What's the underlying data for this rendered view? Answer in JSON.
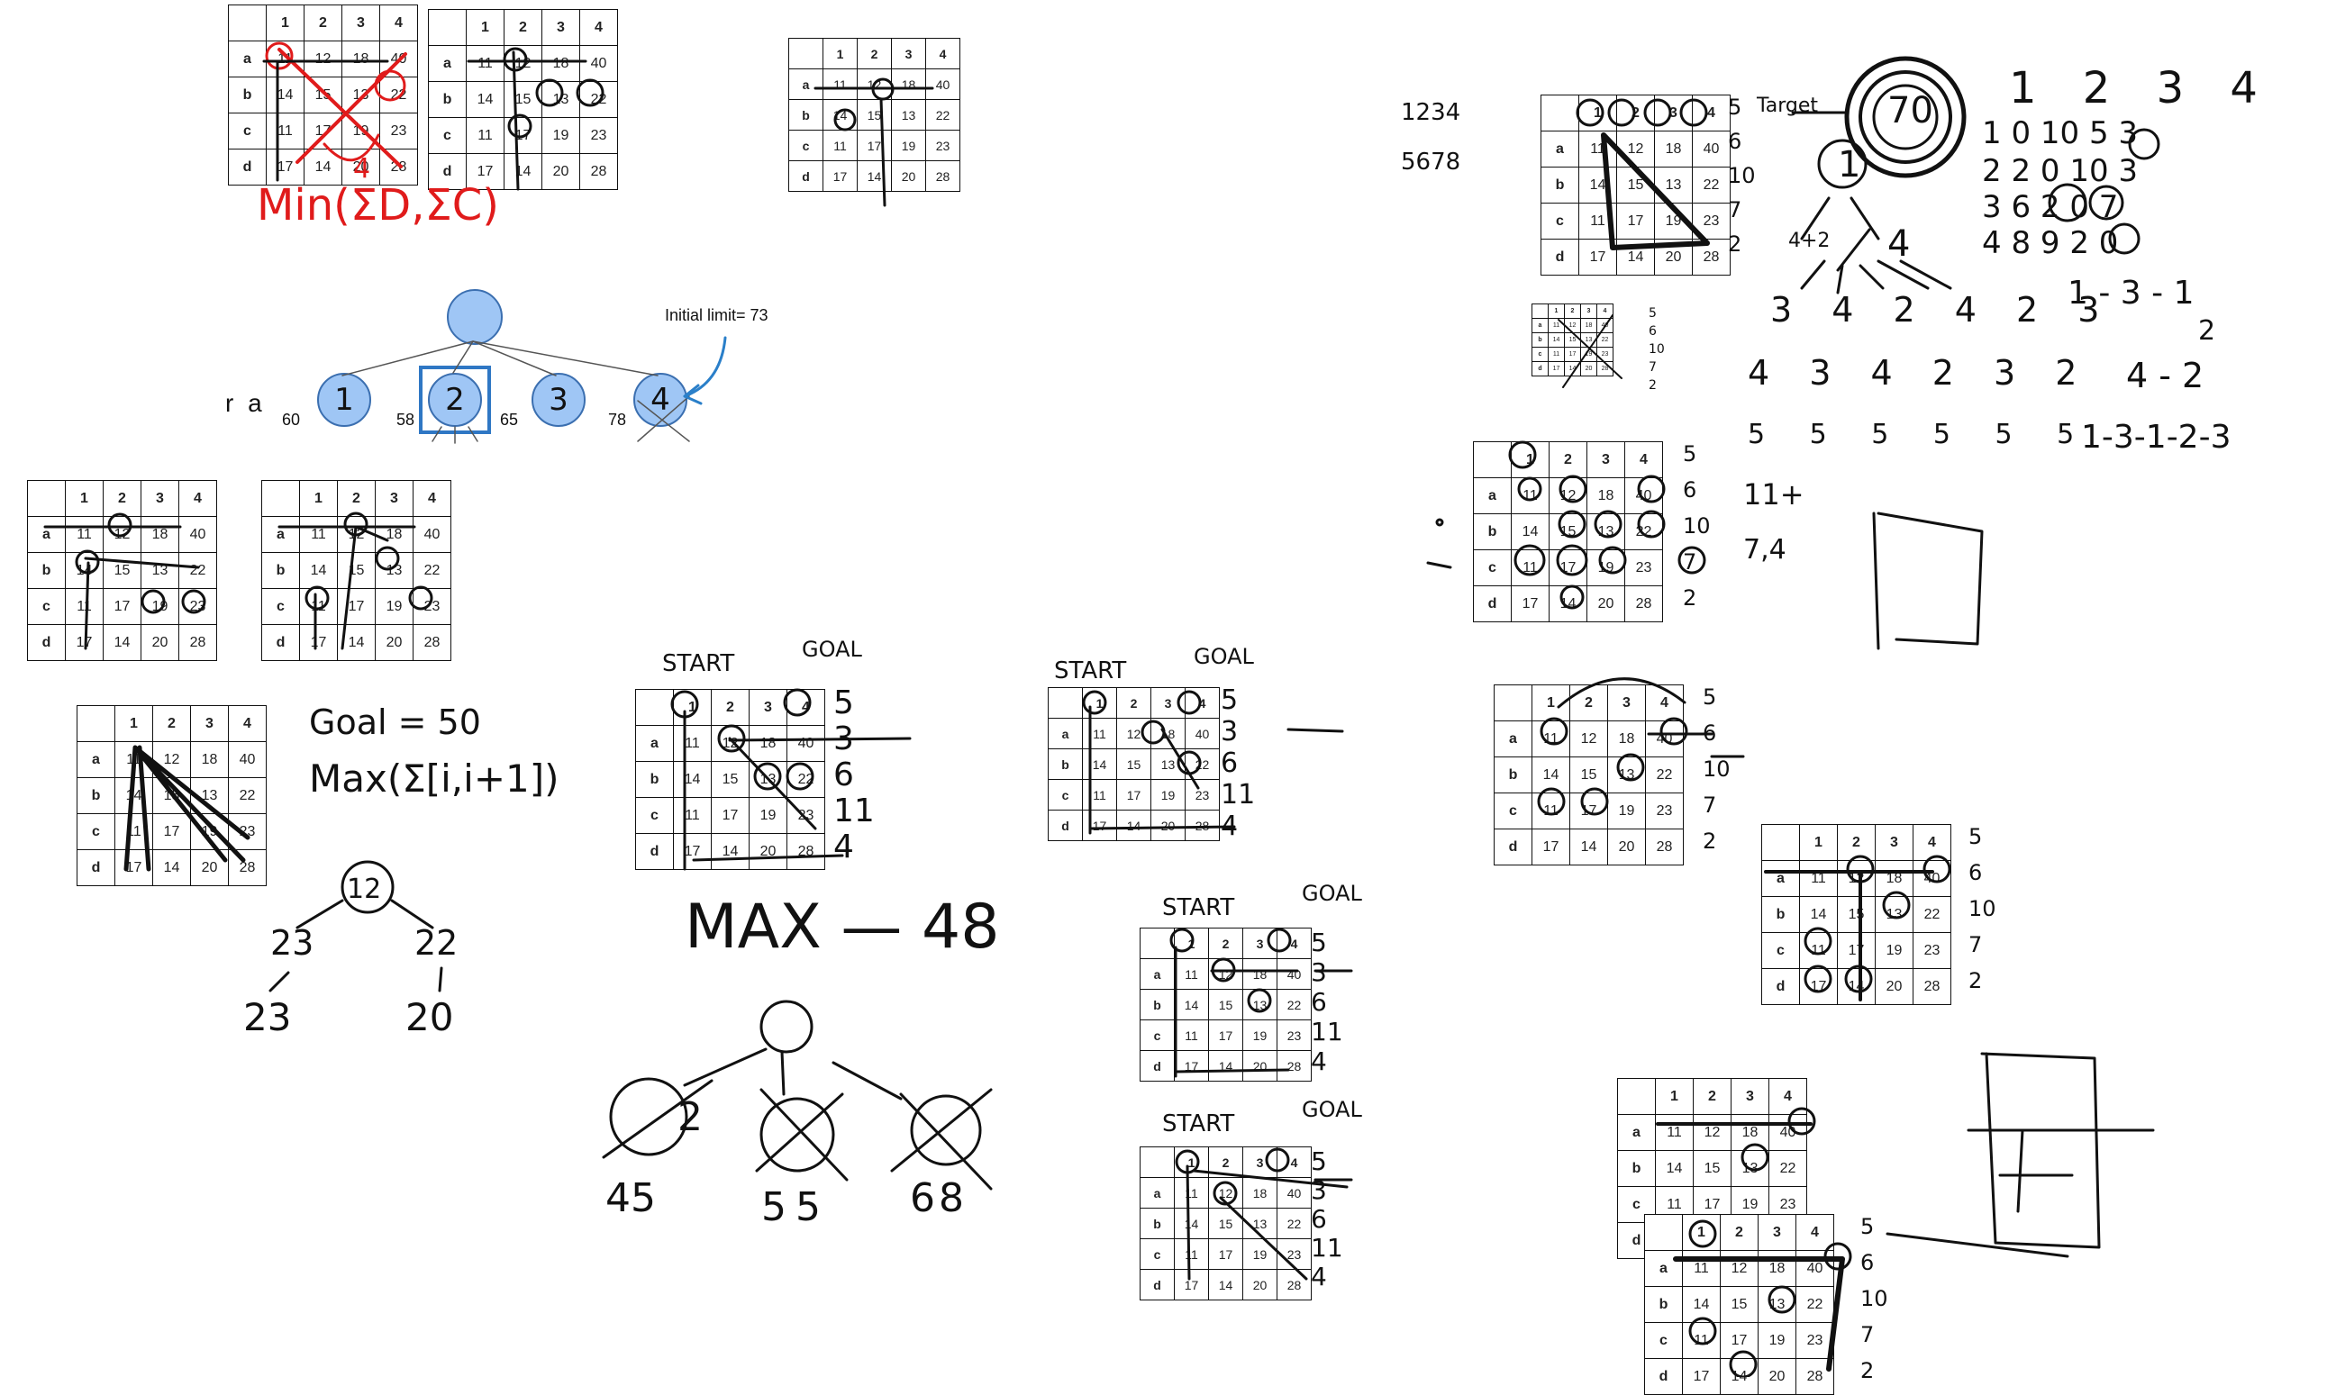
{
  "grid": {
    "cols": [
      "1",
      "2",
      "3",
      "4"
    ],
    "rows": [
      {
        "label": "a",
        "cells": [
          "11",
          "12",
          "18",
          "40"
        ]
      },
      {
        "label": "b",
        "cells": [
          "14",
          "15",
          "13",
          "22"
        ]
      },
      {
        "label": "c",
        "cells": [
          "11",
          "17",
          "19",
          "23"
        ]
      },
      {
        "label": "d",
        "cells": [
          "17",
          "14",
          "20",
          "28"
        ]
      }
    ]
  },
  "tree": {
    "prefix": "r a",
    "children": [
      {
        "label": "1",
        "value": "60"
      },
      {
        "label": "2",
        "value": "58"
      },
      {
        "label": "3",
        "value": "65"
      },
      {
        "label": "4",
        "value": "78"
      }
    ],
    "annotation": "Initial limit= 73"
  },
  "handwriting": {
    "min_formula": "Min(ΣD,ΣC)",
    "min_digit": "4",
    "goal_eq": "Goal = 50",
    "max_formula": "Max(Σ[i,i+1])",
    "tree2_root": "12",
    "tree2_l": "23",
    "tree2_r": "22",
    "tree2_ll": "23",
    "tree2_rr": "20",
    "max_48": "MAX — 48",
    "t3_l": "2",
    "t3_l_val": "45",
    "t3_m_val": "55",
    "t3_r_val": "68",
    "start": "START",
    "goal": "GOAL",
    "side_nums": [
      "5",
      "3",
      "6",
      "11",
      "4"
    ],
    "side_nums2": [
      "5",
      "6",
      "10",
      "7",
      "2"
    ],
    "perm1": "1234",
    "perm2": "5678",
    "target": "Target",
    "target_val": "70",
    "tree_one": "1",
    "seq_a": "4+2",
    "seq_b": "4",
    "seq_row1": [
      "3",
      "4",
      "2",
      "4",
      "2",
      "3"
    ],
    "seq_row2": [
      "4",
      "3",
      "4",
      "2",
      "3",
      "2"
    ],
    "seq_row3": [
      "5",
      "5",
      "5",
      "5",
      "5",
      "5"
    ],
    "mat_head": [
      "1",
      "2",
      "3",
      "4"
    ],
    "mat_rows": [
      "1 0 10 5 3",
      "2 2 0 10 3",
      "3 6 2 0 7",
      "4 8 9 2 0"
    ],
    "path1": "1 - 3 - 1",
    "path1b": "2",
    "path2": "4 - 2",
    "path3": "1-3-1-2-3",
    "note_11": "11+",
    "note_74": "7,4"
  },
  "colors": {
    "node_fill": "#9fc6f5",
    "node_stroke": "#3b6fb0",
    "highlight": "#2f77c4",
    "red_ink": "#e01b1b",
    "blue_arrow": "#2a7fc9"
  }
}
